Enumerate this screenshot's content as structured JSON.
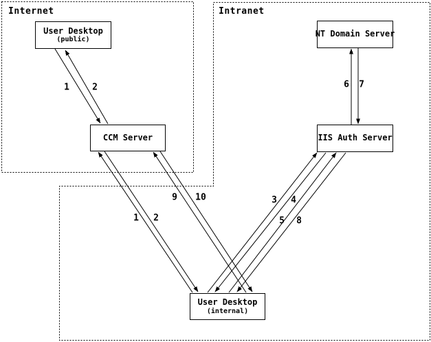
{
  "zones": {
    "internet": {
      "label": "Internet"
    },
    "intranet": {
      "label": "Intranet"
    }
  },
  "nodes": {
    "user_desktop_public": {
      "title": "User Desktop",
      "subtitle": "(public)"
    },
    "ccm_server": {
      "title": "CCM Server"
    },
    "nt_domain_server": {
      "title": "NT Domain Server"
    },
    "iis_auth_server": {
      "title": "IIS Auth Server"
    },
    "user_desktop_internal": {
      "title": "User Desktop",
      "subtitle": "(internal)"
    }
  },
  "flow_labels": {
    "public_to_ccm": "1",
    "ccm_to_public": "2",
    "internal_to_ccm": "1",
    "ccm_to_internal": "2",
    "internal_to_iis_a": "3",
    "iis_to_internal_a": "4",
    "internal_to_iis_b": "5",
    "iis_to_nt": "6",
    "nt_to_iis": "7",
    "iis_to_internal_b": "8",
    "internal_to_ccm_b": "9",
    "ccm_to_internal_b": "10"
  },
  "colors": {
    "ink": "#000000",
    "background": "#ffffff"
  }
}
